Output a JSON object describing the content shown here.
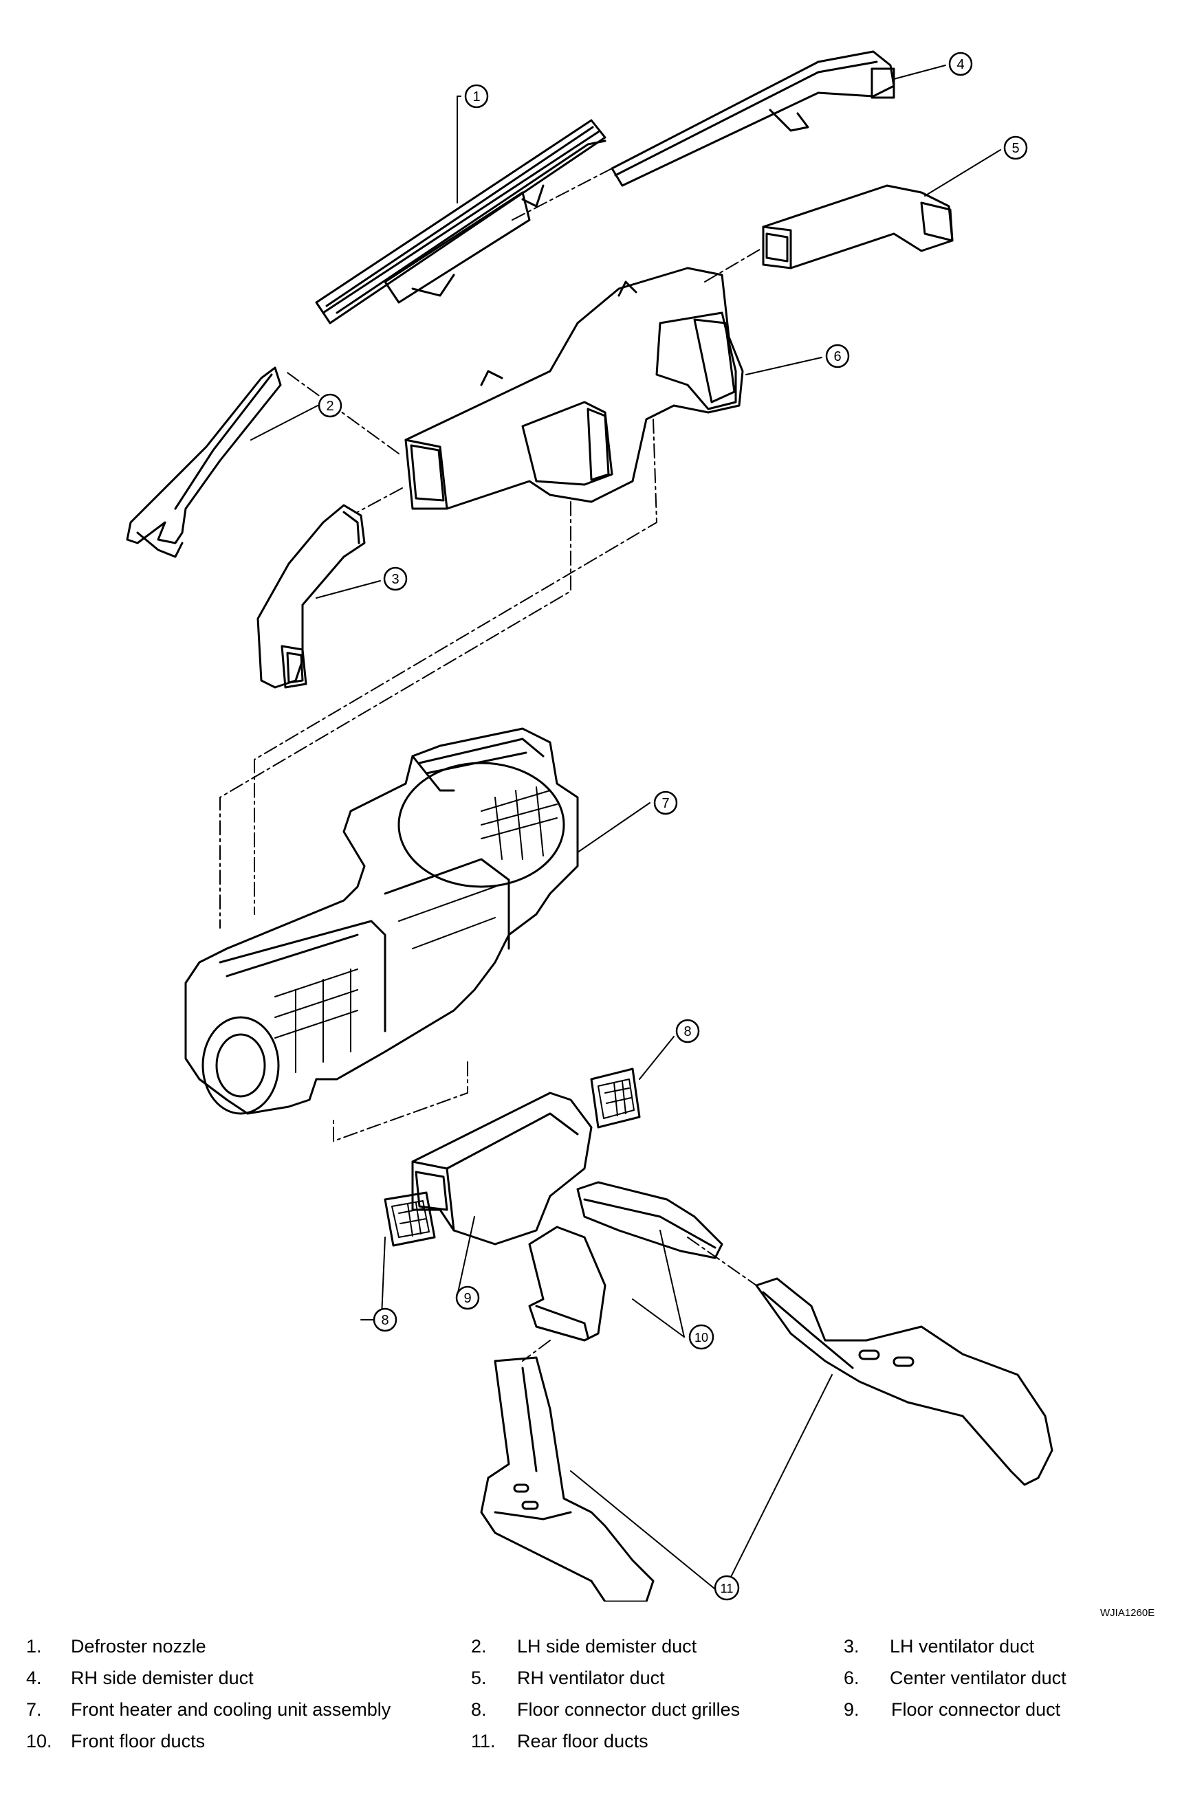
{
  "diagram": {
    "figure_code": "WJIA1260E",
    "callouts": [
      "1",
      "2",
      "3",
      "4",
      "5",
      "6",
      "7",
      "8",
      "8",
      "9",
      "10",
      "11"
    ]
  },
  "legend": [
    {
      "num": "1.",
      "text": "Defroster nozzle"
    },
    {
      "num": "2.",
      "text": "LH side demister duct"
    },
    {
      "num": "3.",
      "text": "LH ventilator duct"
    },
    {
      "num": "4.",
      "text": "RH side demister duct"
    },
    {
      "num": "5.",
      "text": "RH ventilator duct"
    },
    {
      "num": "6.",
      "text": "Center ventilator duct"
    },
    {
      "num": "7.",
      "text": "Front heater and cooling unit assembly"
    },
    {
      "num": "8.",
      "text": "Floor connector duct grilles"
    },
    {
      "num": "9.",
      "text": "Floor connector duct"
    },
    {
      "num": "10.",
      "text": "Front floor ducts"
    },
    {
      "num": "11.",
      "text": "Rear floor ducts"
    }
  ]
}
